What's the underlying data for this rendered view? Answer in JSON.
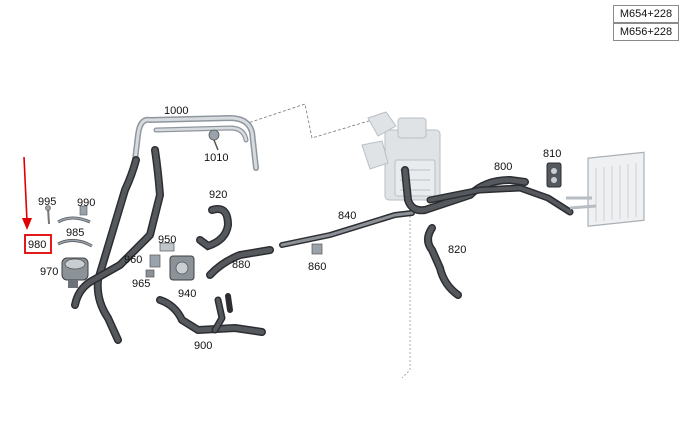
{
  "variants": [
    "M654+228",
    "M656+228"
  ],
  "callouts": {
    "c1000": "1000",
    "c1010": "1010",
    "c995": "995",
    "c990": "990",
    "c985": "985",
    "c980": "980",
    "c970": "970",
    "c950": "950",
    "c960": "960",
    "c965": "965",
    "c940": "940",
    "c920": "920",
    "c880": "880",
    "c900": "900",
    "c840": "840",
    "c860": "860",
    "c820": "820",
    "c800": "800",
    "c810": "810"
  },
  "highlight": {
    "callout": "980",
    "color": "#e00000"
  },
  "colors": {
    "hose": "#4a4d52",
    "hose_edge": "#2b2d31",
    "pipe": "#9aa3ab",
    "module": "#d4d8dc"
  }
}
